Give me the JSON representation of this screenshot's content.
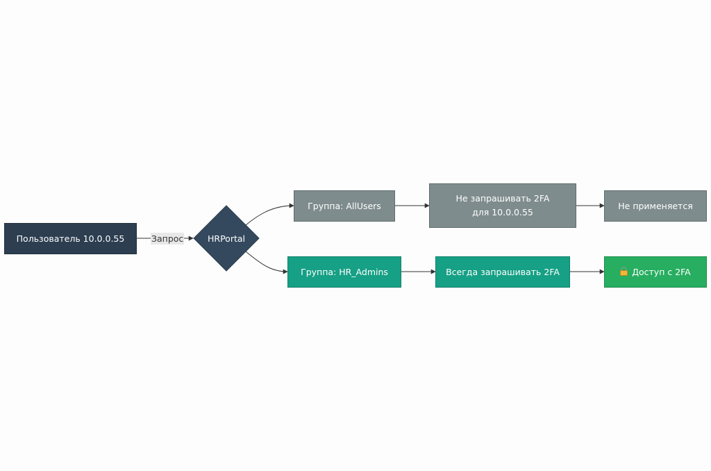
{
  "colors": {
    "dark_node": "#2c3e50",
    "diamond": "#34495e",
    "gray_node": "#7f8c8d",
    "teal_node": "#16a085",
    "green_node": "#27ae60",
    "edge": "#333333"
  },
  "nodes": {
    "user": {
      "label": "Пользователь 10.0.0.55"
    },
    "hrportal": {
      "label": "HRPortal"
    },
    "group_allusers": {
      "label": "Группа: AllUsers"
    },
    "no_2fa": {
      "label": "Не запрашивать 2FA для 10.0.0.55"
    },
    "not_applied": {
      "label": "Не применяется"
    },
    "group_hradmins": {
      "label": "Группа: HR_Admins"
    },
    "always_2fa": {
      "label": "Всегда запрашивать 2FA"
    },
    "access_2fa": {
      "label": "Доступ с 2FA",
      "icon": "lock-icon"
    }
  },
  "edges": {
    "request": {
      "label": "Запрос"
    }
  }
}
